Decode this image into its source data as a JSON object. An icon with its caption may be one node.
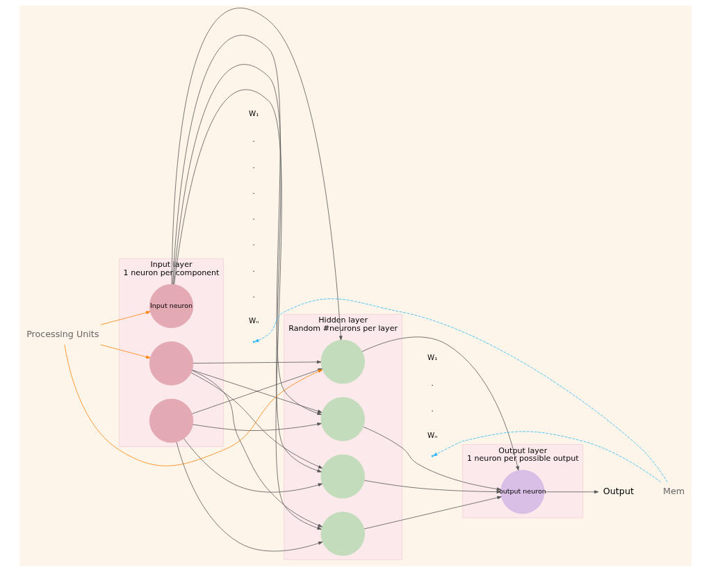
{
  "diagram": {
    "nodes": [
      {
        "text": [
          "Processing Units"
        ]
      },
      {
        "text": [
          "Input layer",
          "1 neuron per component"
        ]
      },
      {
        "text": [
          "Input neuron"
        ],
        "in": 1
      },
      {
        "text": [],
        "shape": "circle",
        "in": 1
      },
      {
        "text": [],
        "shape": "circle",
        "in": 1
      },
      {
        "text": [
          "Hidden layer",
          "Random #neurons per layer"
        ]
      },
      {
        "text": [],
        "shape": "circle",
        "in": 5
      },
      {
        "text": [],
        "shape": "circle",
        "in": 5
      },
      {
        "text": [],
        "shape": "circle",
        "in": 5
      },
      {
        "text": [],
        "shape": "circle",
        "in": 5
      },
      {
        "text": [
          "Output layer",
          "1 neuron per possible output"
        ]
      },
      {
        "text": [
          "output neuron"
        ],
        "in": 10
      },
      {
        "text": [
          "Output"
        ]
      },
      {
        "text": [
          "Mem"
        ]
      }
    ],
    "edges": [
      {
        "from": 0,
        "to": 6,
        "arrow": "to",
        "color": "#ff7f00"
      },
      {
        "from": 0,
        "to": 2,
        "arrow": "to",
        "color": "#ff7f00"
      },
      {
        "from": 0,
        "to": 3,
        "arrow": "to",
        "color": "#ff7f00"
      },
      {
        "from": 2,
        "to": 6,
        "arrow": "to"
      },
      {
        "from": 2,
        "to": 7,
        "arrow": "to"
      },
      {
        "from": 2,
        "to": 8,
        "arrow": "to"
      },
      {
        "from": 2,
        "to": 9,
        "arrow": "to"
      },
      {
        "from": 3,
        "to": 6,
        "arrow": "to"
      },
      {
        "from": 3,
        "to": 7,
        "arrow": "to"
      },
      {
        "from": 3,
        "to": 8,
        "arrow": "to"
      },
      {
        "from": 3,
        "to": 9,
        "arrow": "to"
      },
      {
        "from": 4,
        "to": 6,
        "arrow": "to"
      },
      {
        "from": 4,
        "to": 7,
        "arrow": "to"
      },
      {
        "from": 4,
        "to": 8,
        "arrow": "to"
      },
      {
        "from": 4,
        "to": 9,
        "arrow": "to"
      },
      {
        "from": 6,
        "to": 11,
        "arrow": "to"
      },
      {
        "from": 7,
        "to": 11,
        "arrow": "to"
      },
      {
        "from": 8,
        "to": 11,
        "arrow": "to"
      },
      {
        "from": 9,
        "to": 11,
        "arrow": "to"
      },
      {
        "from": 11,
        "to": 12,
        "arrow": "to"
      },
      {
        "from": 13,
        "to": null,
        "arrow": "to",
        "style": "dashed",
        "color": "#29b6f6"
      },
      {
        "from": 13,
        "to": null,
        "arrow": "to",
        "style": "dashed",
        "color": "#29b6f6"
      }
    ],
    "labels": [
      "W₁",
      ".",
      ".",
      ".",
      ".",
      ".",
      ".",
      ".",
      "Wₙ",
      "W₁",
      ".",
      ".",
      "Wₙ"
    ]
  }
}
